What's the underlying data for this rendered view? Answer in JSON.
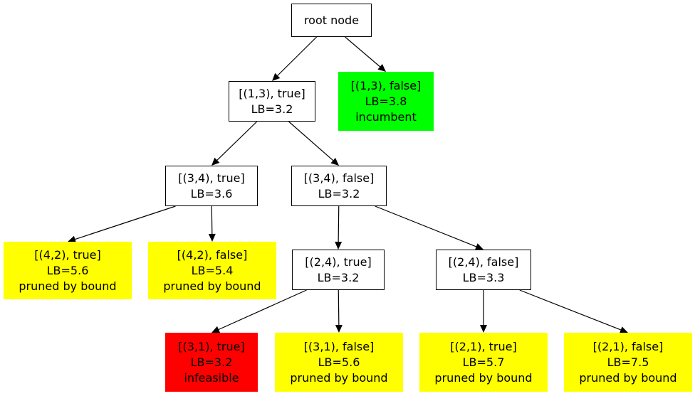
{
  "colors": {
    "default": "#ffffff",
    "incumbent": "#00ff00",
    "pruned": "#ffff00",
    "infeasible": "#ff0000",
    "edge": "#000000"
  },
  "nodes": {
    "root": {
      "lines": [
        "root node"
      ],
      "status": "default"
    },
    "n13t": {
      "lines": [
        "[(1,3), true]",
        "LB=3.2"
      ],
      "status": "default"
    },
    "n13f": {
      "lines": [
        "[(1,3), false]",
        "LB=3.8",
        "incumbent"
      ],
      "status": "incumbent"
    },
    "n34t": {
      "lines": [
        "[(3,4), true]",
        "LB=3.6"
      ],
      "status": "default"
    },
    "n34f": {
      "lines": [
        "[(3,4), false]",
        "LB=3.2"
      ],
      "status": "default"
    },
    "n42t": {
      "lines": [
        "[(4,2), true]",
        "LB=5.6",
        "pruned by bound"
      ],
      "status": "pruned"
    },
    "n42f": {
      "lines": [
        "[(4,2), false]",
        "LB=5.4",
        "pruned by bound"
      ],
      "status": "pruned"
    },
    "n24t": {
      "lines": [
        "[(2,4), true]",
        "LB=3.2"
      ],
      "status": "default"
    },
    "n24f": {
      "lines": [
        "[(2,4), false]",
        "LB=3.3"
      ],
      "status": "default"
    },
    "n31t": {
      "lines": [
        "[(3,1), true]",
        "LB=3.2",
        "infeasible"
      ],
      "status": "infeasible"
    },
    "n31f": {
      "lines": [
        "[(3,1), false]",
        "LB=5.6",
        "pruned by bound"
      ],
      "status": "pruned"
    },
    "n21t": {
      "lines": [
        "[(2,1), true]",
        "LB=5.7",
        "pruned by bound"
      ],
      "status": "pruned"
    },
    "n21f": {
      "lines": [
        "[(2,1), false]",
        "LB=7.5",
        "pruned by bound"
      ],
      "status": "pruned"
    }
  },
  "edges": [
    [
      "root",
      "n13t"
    ],
    [
      "root",
      "n13f"
    ],
    [
      "n13t",
      "n34t"
    ],
    [
      "n13t",
      "n34f"
    ],
    [
      "n34t",
      "n42t"
    ],
    [
      "n34t",
      "n42f"
    ],
    [
      "n34f",
      "n24t"
    ],
    [
      "n34f",
      "n24f"
    ],
    [
      "n24t",
      "n31t"
    ],
    [
      "n24t",
      "n31f"
    ],
    [
      "n24f",
      "n21t"
    ],
    [
      "n24f",
      "n21f"
    ]
  ]
}
